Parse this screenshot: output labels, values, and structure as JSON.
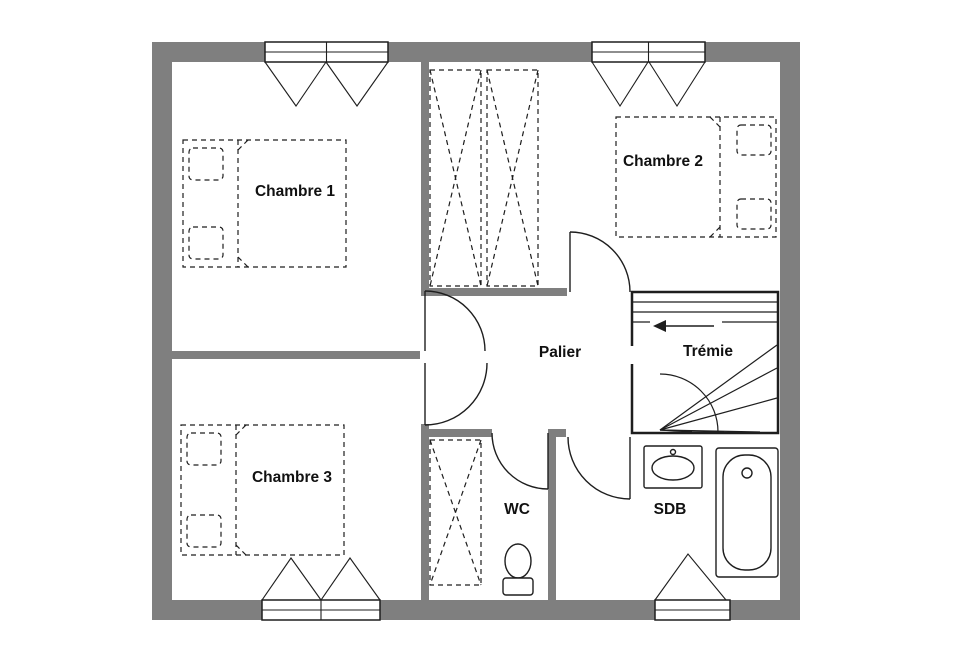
{
  "plan": {
    "colors": {
      "wall": "#7f7f7f",
      "line": "#1e1e1e",
      "background": "#ffffff"
    },
    "rooms": {
      "chambre1": {
        "label": "Chambre 1"
      },
      "chambre2": {
        "label": "Chambre 2"
      },
      "chambre3": {
        "label": "Chambre 3"
      },
      "palier": {
        "label": "Palier"
      },
      "tremie": {
        "label": "Trémie"
      },
      "wc": {
        "label": "WC"
      },
      "sdb": {
        "label": "SDB"
      }
    }
  }
}
